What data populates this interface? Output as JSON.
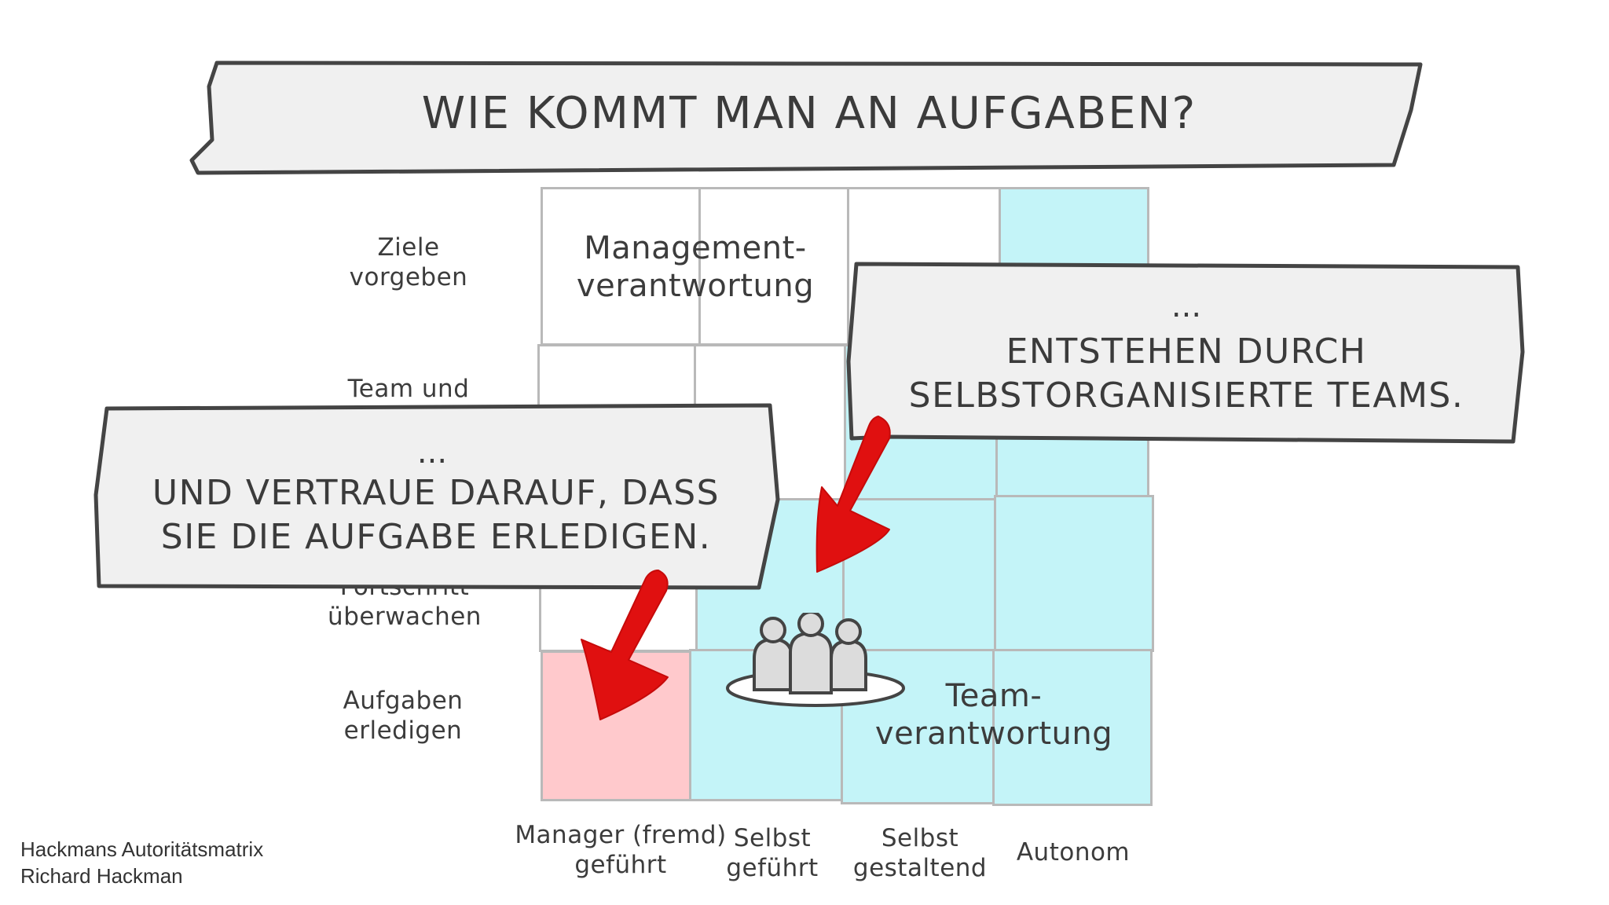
{
  "title": "WIE KOMMT MAN AN AUFGABEN?",
  "rows": [
    "Ziele\nvorgeben",
    "Team und",
    "Fortschritt\nüberwachen",
    "Aufgaben\nerledigen"
  ],
  "columns": [
    "Manager (fremd)\ngeführt",
    "Selbst\ngeführt",
    "Selbst\ngestaltend",
    "Autonom"
  ],
  "areas": {
    "management": "Management-\nverantwortung",
    "team": "Team-\nverantwortung"
  },
  "callouts": {
    "right": {
      "ellipsis": "...",
      "text": "ENTSTEHEN DURCH\nSELBSTORGANISIERTE TEAMS."
    },
    "left": {
      "ellipsis": "...",
      "text": "UND VERTRAUE DARAUF, DASS\nSIE DIE AUFGABE ERLEDIGEN."
    }
  },
  "credits": {
    "line1": "Hackmans Autoritätsmatrix",
    "line2": "Richard Hackman"
  },
  "colors": {
    "cyan": "#c4f4f8",
    "red_cell": "#ffc9cc",
    "arrow": "#e01010",
    "banner_fill": "#f0f0f0",
    "banner_stroke": "#444444",
    "grid": "#b9b9b9"
  },
  "icons": [
    "team-people-icon",
    "arrow-down-left-icon"
  ]
}
